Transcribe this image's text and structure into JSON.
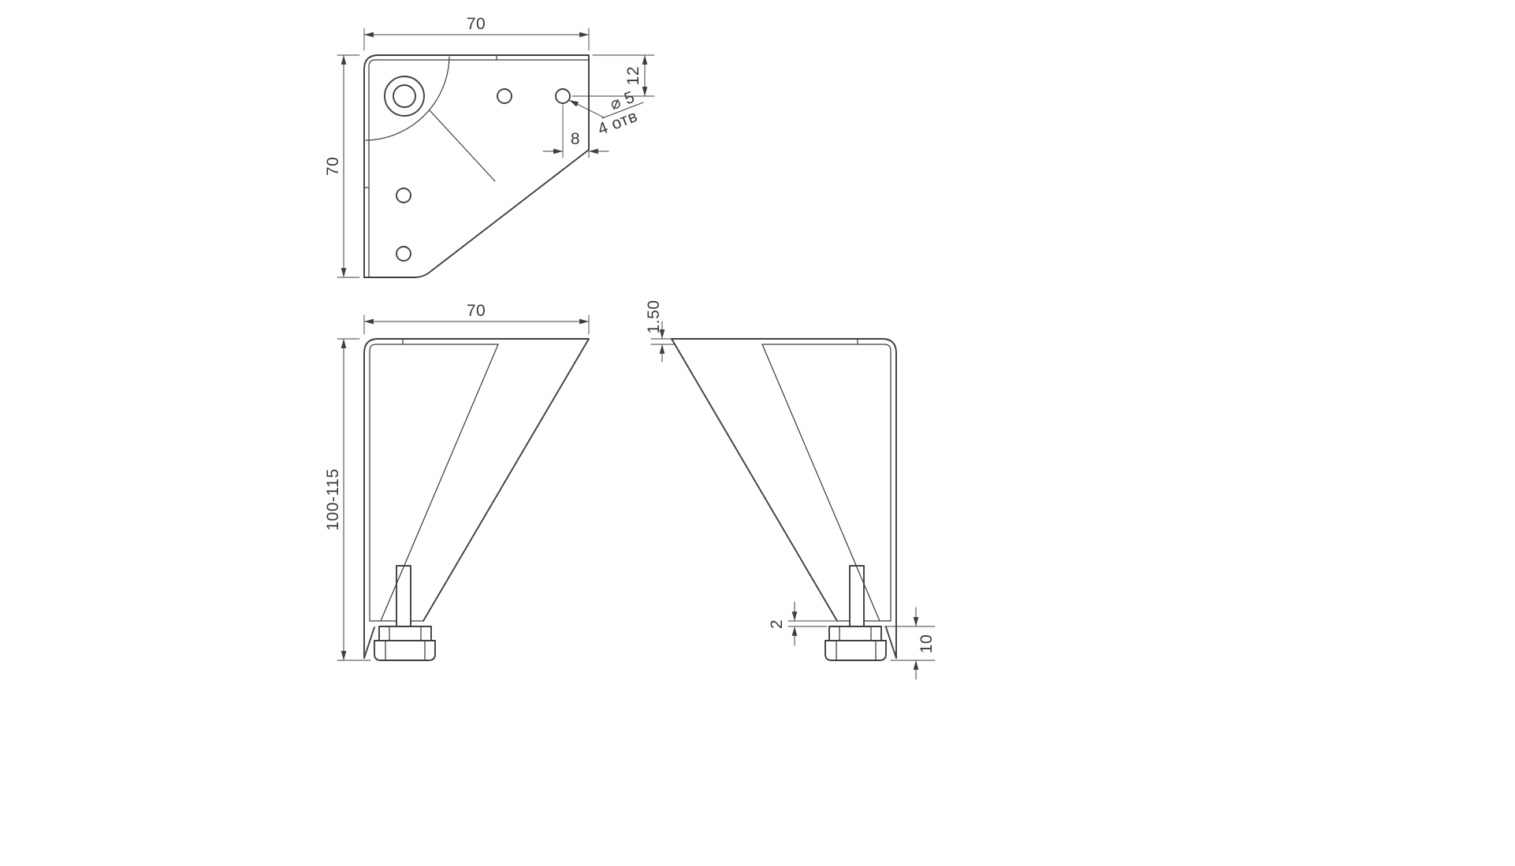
{
  "colors": {
    "line": "#3f3f3f",
    "text": "#3a3a3a",
    "background": "#ffffff"
  },
  "top_view": {
    "dim_width": "70",
    "dim_height": "70",
    "dim_hole_offset": "12",
    "dim_hole_to_edge": "8",
    "hole_note_diameter": "⌀ 5",
    "hole_note_count": "4 отв"
  },
  "front_view": {
    "dim_width": "70",
    "dim_height": "100-115"
  },
  "side_view": {
    "dim_thickness": "1.50",
    "dim_gap": "2",
    "dim_foot_height": "10"
  }
}
